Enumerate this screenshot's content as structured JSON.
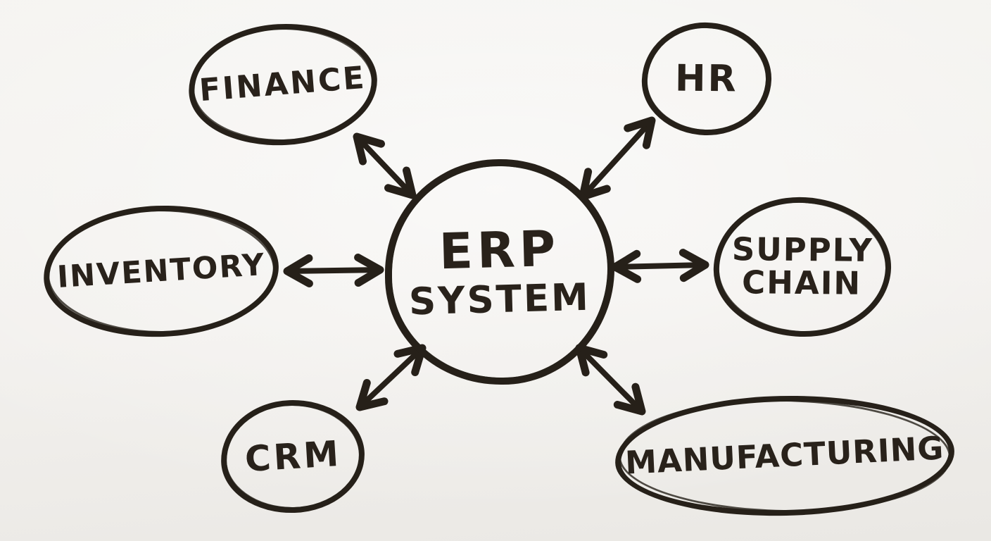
{
  "page": {
    "title": "ERP System whiteboard mind map"
  },
  "style": {
    "background": "#f2f0ed",
    "ink": "#262019",
    "text_ink": "#29221b"
  },
  "diagram": {
    "type": "mind-map",
    "center": {
      "id": "erp-system",
      "line1": "ERP",
      "line2": "SYSTEM"
    },
    "nodes": [
      {
        "id": "finance",
        "label": "FINANCE"
      },
      {
        "id": "hr",
        "label": "HR"
      },
      {
        "id": "inventory",
        "label": "INVENTORY"
      },
      {
        "id": "supply-chain",
        "line1": "SUPPLY",
        "line2": "CHAIN"
      },
      {
        "id": "crm",
        "label": "CRM"
      },
      {
        "id": "manufacturing",
        "label": "MANUFACTURING"
      }
    ],
    "edges": [
      {
        "from": "erp-system",
        "to": "finance",
        "style": "double-arrow"
      },
      {
        "from": "erp-system",
        "to": "hr",
        "style": "double-arrow"
      },
      {
        "from": "erp-system",
        "to": "inventory",
        "style": "double-arrow"
      },
      {
        "from": "erp-system",
        "to": "supply-chain",
        "style": "double-arrow"
      },
      {
        "from": "erp-system",
        "to": "crm",
        "style": "double-arrow"
      },
      {
        "from": "erp-system",
        "to": "manufacturing",
        "style": "double-arrow"
      }
    ]
  }
}
